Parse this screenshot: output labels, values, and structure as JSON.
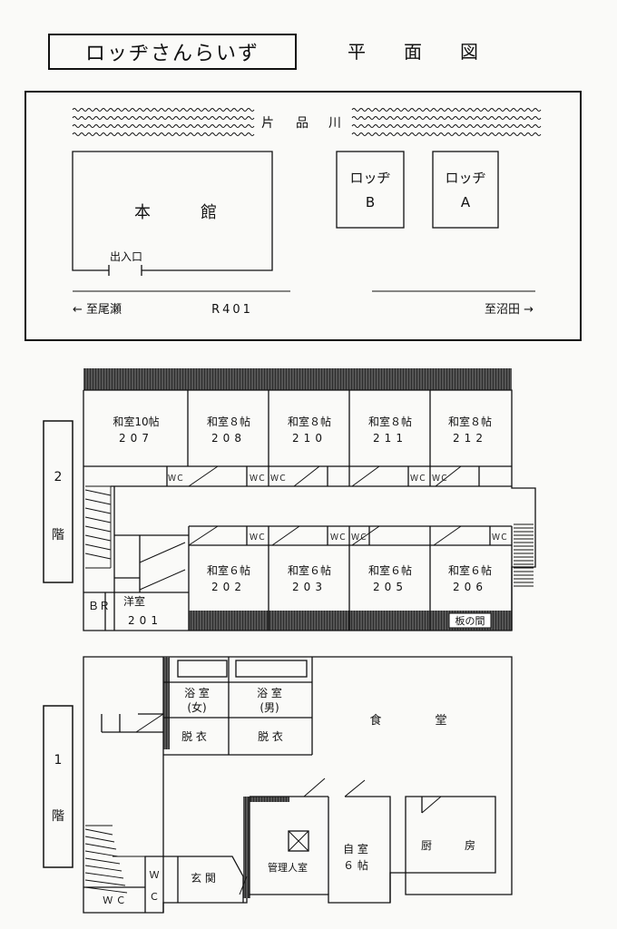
{
  "title": {
    "lodge_name": "ロッヂさんらいず",
    "plan_label": [
      "平",
      "面",
      "図"
    ]
  },
  "site": {
    "river": [
      "片",
      "品",
      "川"
    ],
    "main_building": [
      "本",
      "館"
    ],
    "entrance": "出入口",
    "lodge_b": [
      "ロッヂ",
      "B"
    ],
    "lodge_a": [
      "ロッヂ",
      "A"
    ],
    "road_left": "← 至尾瀬",
    "road_center": "R401",
    "road_right": "至沼田 →"
  },
  "floor2": {
    "floor_label": [
      "2",
      "階"
    ],
    "north_rooms": [
      {
        "type": "和室10帖",
        "number": "207"
      },
      {
        "type": "和室８帖",
        "number": "208"
      },
      {
        "type": "和室８帖",
        "number": "210"
      },
      {
        "type": "和室８帖",
        "number": "211"
      },
      {
        "type": "和室８帖",
        "number": "212"
      }
    ],
    "south_rooms": [
      {
        "type": "和室６帖",
        "number": "202"
      },
      {
        "type": "和室６帖",
        "number": "203"
      },
      {
        "type": "和室６帖",
        "number": "205"
      },
      {
        "type": "和室６帖",
        "number": "206"
      }
    ],
    "western_room": {
      "type": "洋室",
      "number": "201"
    },
    "bathroom": "ＢＲ",
    "wc": "ＷＣ",
    "wooden_floor": "板の間"
  },
  "floor1": {
    "floor_label": [
      "1",
      "階"
    ],
    "bath_women": [
      "浴 室",
      "(女)"
    ],
    "bath_men": [
      "浴 室",
      "(男)"
    ],
    "changing": "脱 衣",
    "dining": [
      "食",
      "堂"
    ],
    "manager": "管理人室",
    "private": [
      "自 室",
      "６ 帖"
    ],
    "kitchen": [
      "厨",
      "房"
    ],
    "entrance": "玄 関",
    "wc_v": [
      "Ｗ",
      "Ｃ"
    ],
    "wc_h": "Ｗ Ｃ"
  },
  "colors": {
    "ink": "#111111",
    "paper": "#fafaf8",
    "hatch": "#3a3a3a"
  }
}
